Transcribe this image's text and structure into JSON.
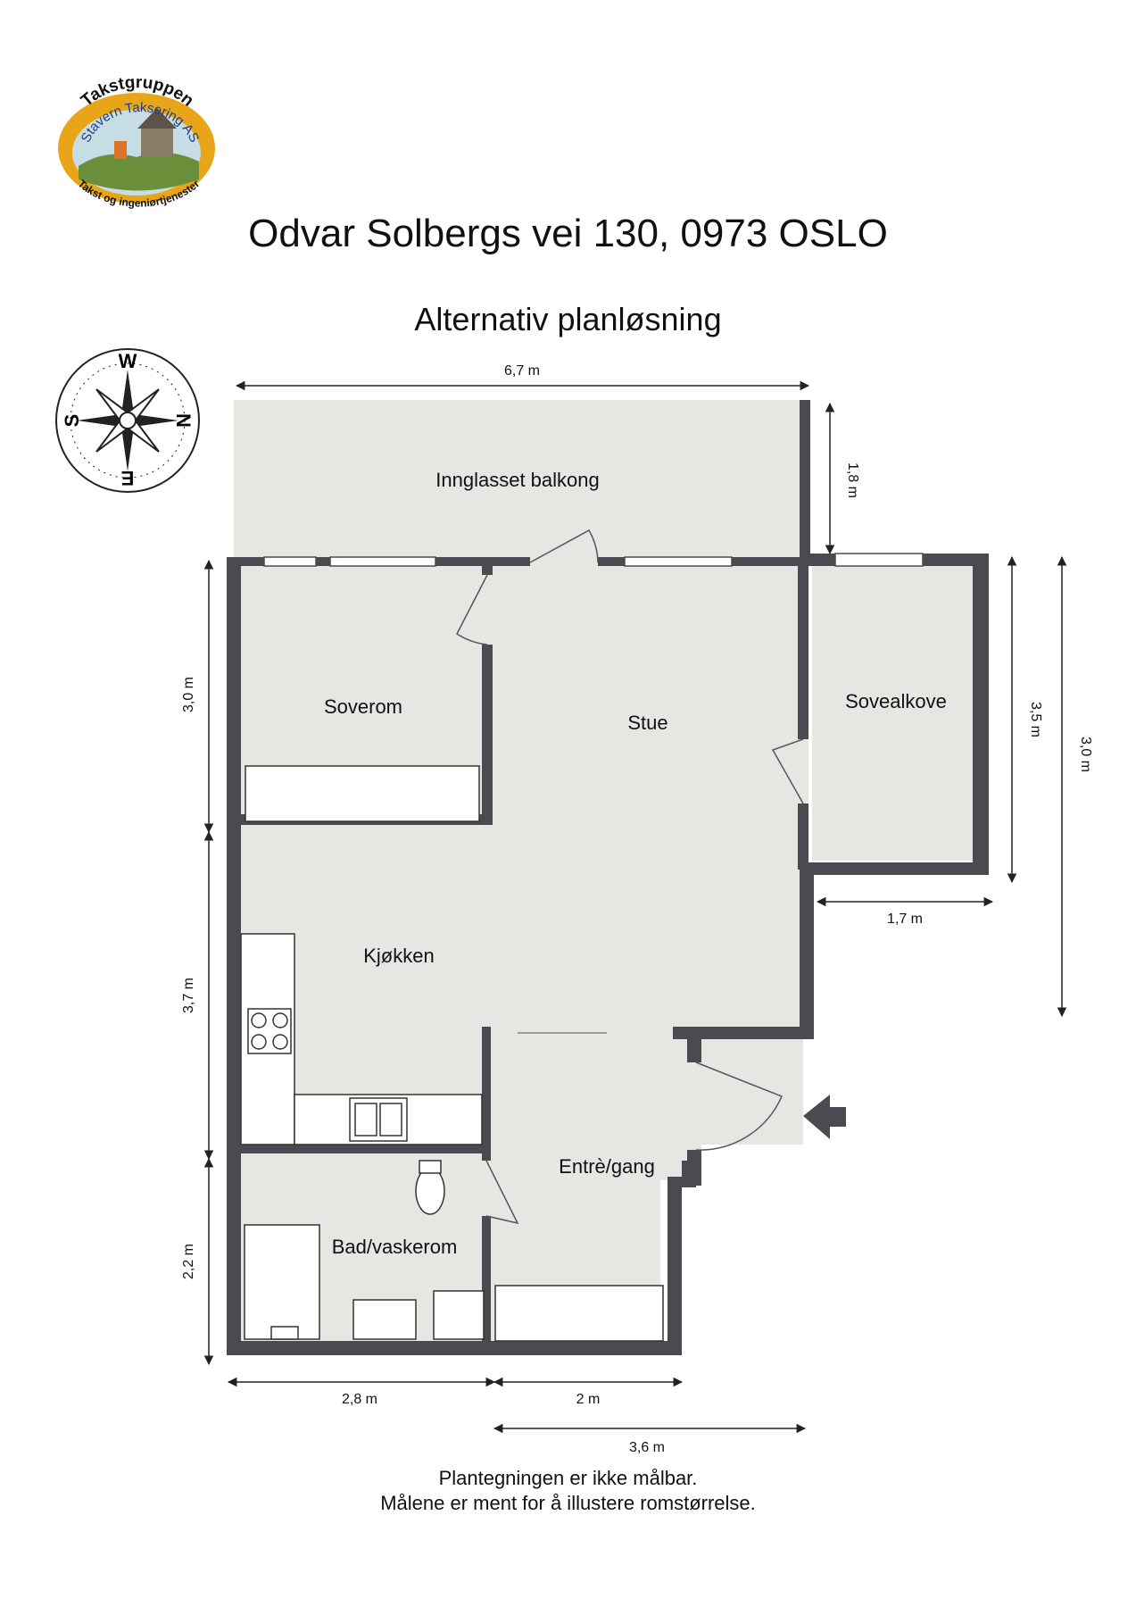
{
  "logo": {
    "top_text": "Takstgruppen",
    "middle_text": "Stavern Taksering AS",
    "bottom_text": "Takst og ingeniørtjenester",
    "colors": {
      "ring": "#e8a517",
      "sky": "#c7dde6",
      "land": "#6b8e3a"
    }
  },
  "header": {
    "title": "Odvar Solbergs vei 130, 0973 OSLO",
    "subtitle": "Alternativ planløsning"
  },
  "compass": {
    "labels": {
      "top": "W",
      "right": "N",
      "bottom": "E",
      "left": "S"
    }
  },
  "rooms": {
    "balcony": "Innglasset balkong",
    "bedroom": "Soverom",
    "living": "Stue",
    "alcove": "Sovealkove",
    "kitchen": "Kjøkken",
    "hall": "Entrè/gang",
    "bath": "Bad/vaskerom"
  },
  "dimensions": {
    "top_width": "6,7 m",
    "balcony_depth": "1,8 m",
    "left_upper": "3,0 m",
    "left_middle": "3,7 m",
    "left_lower": "2,2 m",
    "bottom_left": "2,8 m",
    "bottom_mid": "2 m",
    "bottom_total": "3,6 m",
    "alcove_height": "3,5 m",
    "alcove_width": "1,7 m",
    "right_far": "3,0 m"
  },
  "footer": {
    "line1": "Plantegningen er ikke målbar.",
    "line2": "Målene er ment for å illustere romstørrelse."
  },
  "colors": {
    "wall": "#4a4b50",
    "floor": "#e6e7e2",
    "white": "#ffffff"
  }
}
